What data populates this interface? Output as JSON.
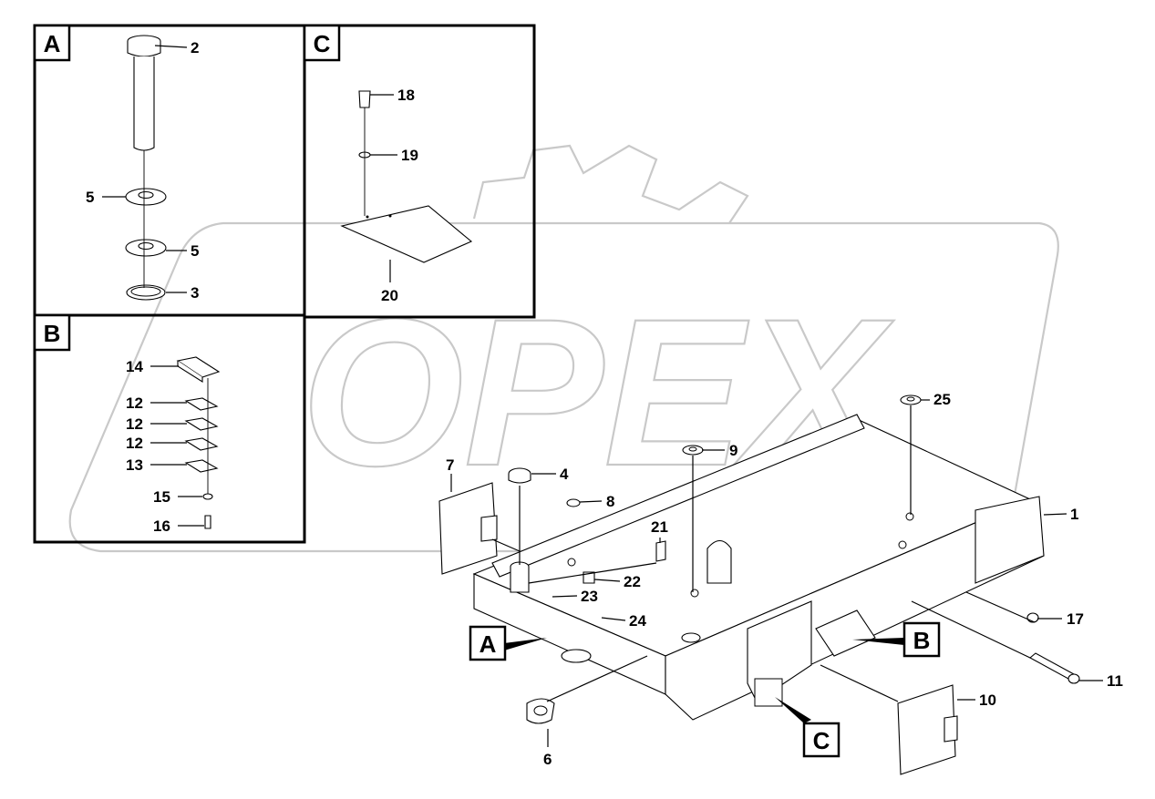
{
  "detail_tags": {
    "A": "A",
    "B": "B",
    "C": "C"
  },
  "callouts": {
    "c1": "1",
    "c2": "2",
    "c3": "3",
    "c4": "4",
    "c5a": "5",
    "c5b": "5",
    "c6": "6",
    "c7": "7",
    "c8": "8",
    "c9": "9",
    "c10": "10",
    "c11": "11",
    "c12a": "12",
    "c12b": "12",
    "c12c": "12",
    "c13": "13",
    "c14": "14",
    "c15": "15",
    "c16": "16",
    "c17": "17",
    "c18": "18",
    "c19": "19",
    "c20": "20",
    "c21": "21",
    "c22": "22",
    "c23": "23",
    "c24": "24",
    "c25": "25"
  },
  "watermark": "OPEX"
}
